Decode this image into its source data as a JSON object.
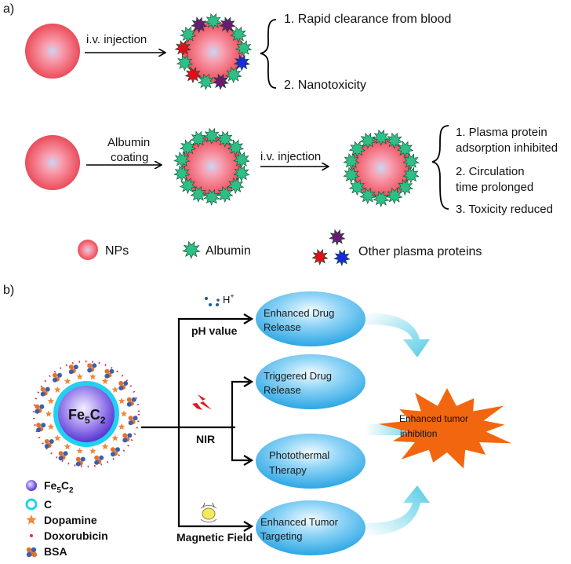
{
  "panel_a": {
    "label": "a)",
    "row1": {
      "arrow_label": "i.v. injection",
      "outcomes": [
        "1. Rapid clearance from blood",
        "2. Nanotoxicity"
      ]
    },
    "row2": {
      "arrow1_label_line1": "Albumin",
      "arrow1_label_line2": "coating",
      "arrow2_label": "i.v. injection",
      "outcomes": [
        "1. Plasma protein",
        "adsorption inhibited",
        "2. Circulation",
        "time prolonged",
        "3. Toxicity reduced"
      ]
    },
    "legend": {
      "nps": "NPs",
      "albumin": "Albumin",
      "other": "Other plasma proteins"
    }
  },
  "panel_b": {
    "label": "b)",
    "core_label": "Fe",
    "core_sub1": "5",
    "core_mid": "C",
    "core_sub2": "2",
    "stimuli": {
      "hplus": "H",
      "hplus_sup": "+",
      "ph": "pH value",
      "nir": "NIR",
      "magnetic": "Magnetic Field"
    },
    "ellipses": [
      {
        "line1": "Enhanced Drug",
        "line2": "Release"
      },
      {
        "line1": "Triggered Drug",
        "line2": "Release"
      },
      {
        "line1": "Photothermal",
        "line2": "Therapy"
      },
      {
        "line1": "Enhanced Tumor",
        "line2": "Targeting"
      }
    ],
    "outcome": {
      "line1": "Enhanced tumor",
      "line2": "inhibition"
    },
    "legend": {
      "fe5c2": "Fe",
      "fe5c2_sub1": "5",
      "fe5c2_mid": "C",
      "fe5c2_sub2": "2",
      "c": "C",
      "dopamine": "Dopamine",
      "doxorubicin": "Doxorubicin",
      "bsa": "BSA"
    }
  },
  "colors": {
    "np_red": "#f06070",
    "albumin_green": "#2fbf86",
    "protein_purple": "#6a1a70",
    "protein_red": "#e0101a",
    "protein_blue": "#1a2ad8",
    "ellipse_blue": "#27a7e6",
    "starburst_orange": "#f2660f",
    "core_purple": "#6b46e0",
    "shell_cyan": "#21d2f0"
  }
}
